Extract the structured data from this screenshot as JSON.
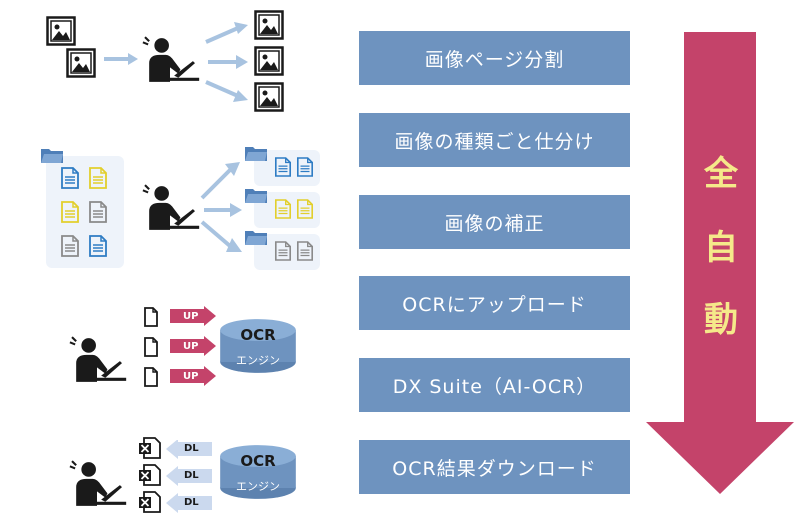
{
  "steps": [
    {
      "label": "画像ページ分割"
    },
    {
      "label": "画像の種類ごと仕分け"
    },
    {
      "label": "画像の補正"
    },
    {
      "label": "OCRにアップロード"
    },
    {
      "label": "DX Suite（AI-OCR）"
    },
    {
      "label": "OCR結果ダウンロード"
    }
  ],
  "automation": {
    "chars": [
      "全",
      "自",
      "動"
    ]
  },
  "ocr_engine": {
    "title": "OCR",
    "subtitle": "エンジン"
  },
  "upload_tag": "UP",
  "download_tag": "DL",
  "colors": {
    "step_bg": "#6e93bf",
    "big_arrow": "#c4436a",
    "arrow_text": "#f5e98a",
    "flow_arrow": "#a8c3e0",
    "up_arrow": "#c4436a",
    "dl_arrow": "#cbd9ee",
    "doc_blue": "#2e7cc4",
    "doc_yellow": "#e2cf2c",
    "doc_gray": "#8a8a8a",
    "folder": "#4f7fb8",
    "ocr_drum": "#6e93bf"
  },
  "icons": [
    "image-icon",
    "person-at-laptop-icon",
    "document-icon",
    "folder-icon",
    "excel-file-icon",
    "database-icon"
  ]
}
